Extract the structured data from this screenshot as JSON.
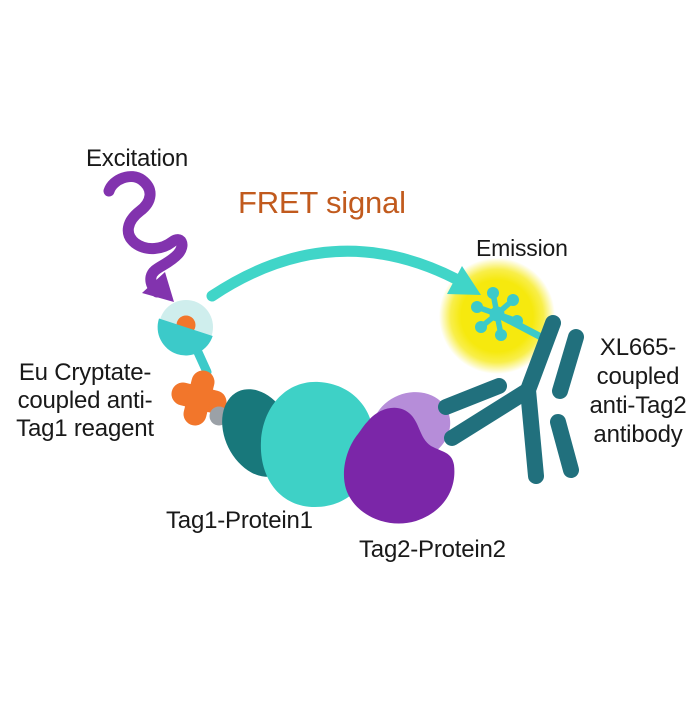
{
  "title": "HTRF FRET assay principle diagram",
  "labels": {
    "excitation": "Excitation",
    "fret_signal": "FRET signal",
    "emission": "Emission",
    "eu_cryptate": "Eu Cryptate-\ncoupled anti-\nTag1 reagent",
    "tag1_protein1": "Tag1-Protein1",
    "tag2_protein2": "Tag2-Protein2",
    "xl665_antibody": "XL665-\ncoupled\nanti-Tag2\nantibody"
  },
  "palette": {
    "background": "#ffffff",
    "text": "#191919",
    "fret_text": "#c15a1d",
    "teal_arrow": "#40d5c8",
    "donor_light": "#cfeeed",
    "donor_teal": "#3ccac9",
    "orange": "#f2762b",
    "purple_arrow": "#8233ae",
    "protein1_teal": "#3ed1c6",
    "tag1_teal": "#18787b",
    "protein2_purple": "#7b26a8",
    "tag2_lavender": "#b68dd9",
    "antibody_teal": "#21707d",
    "yellow": "#f6e90e",
    "gray": "#9ba1a7"
  },
  "elements": [
    "excitation-wavy-arrow-icon",
    "fret-arc-arrow-icon",
    "eu-cryptate-donor-bead",
    "cryptate-cross-icon",
    "gray-linker",
    "tag1-blob",
    "protein1-blob",
    "tag2-blob",
    "protein2-blob",
    "emission-glow",
    "xl665-fluorophore-icon",
    "antibody-icon"
  ]
}
